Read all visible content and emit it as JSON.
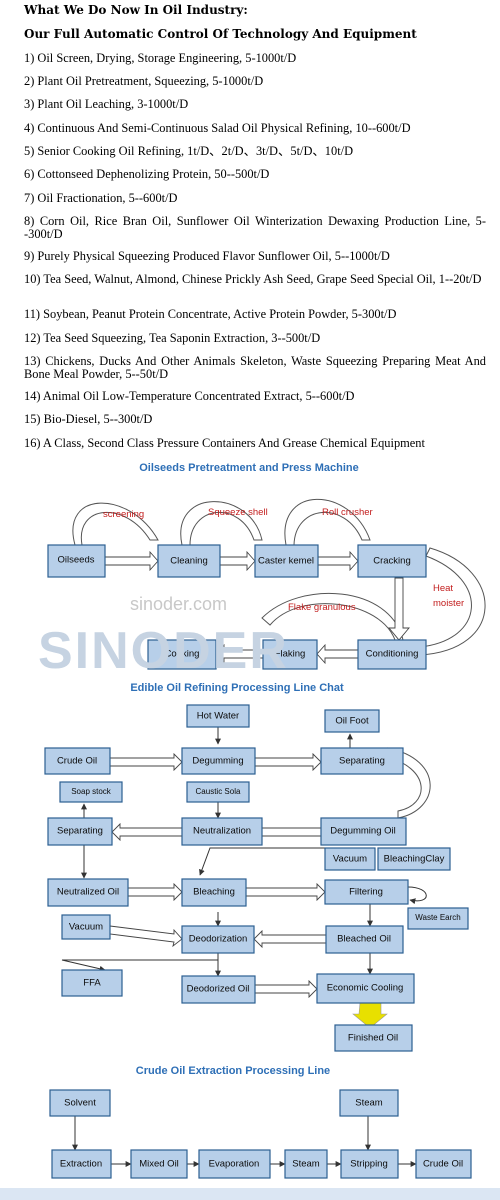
{
  "intro": {
    "title": "What We Do Now In Oil Industry:",
    "subtitle": "Our Full Automatic Control Of Technology And Equipment",
    "items": [
      "1) Oil Screen, Drying, Storage Engineering, 5-1000t/D",
      "2) Plant Oil Pretreatment, Squeezing, 5-1000t/D",
      "3) Plant Oil Leaching, 3-1000t/D",
      "4) Continuous And Semi-Continuous Salad Oil Physical Refining, 10--600t/D",
      "5) Senior Cooking Oil Refining, 1t/D、2t/D、3t/D、5t/D、10t/D",
      "6) Cottonseed Dephenolizing Protein, 50--500t/D",
      "7) Oil Fractionation, 5--600t/D",
      "8) Corn Oil, Rice Bran Oil, Sunflower Oil Winterization Dewaxing Production Line, 5--300t/D",
      "9) Purely Physical Squeezing Produced Flavor Sunflower Oil, 5--1000t/D",
      "10) Tea Seed, Walnut, Almond, Chinese Prickly Ash Seed, Grape Seed Special Oil, 1--20t/D",
      "11) Soybean, Peanut Protein Concentrate, Active Protein Powder, 5-300t/D",
      "12) Tea Seed Squeezing, Tea Saponin Extraction, 3--500t/D",
      "13) Chickens, Ducks And Other Animals Skeleton, Waste Squeezing Preparing Meat And Bone Meal Powder, 5--50t/D",
      "14) Animal Oil Low-Temperature Concentrated Extract, 5--600t/D",
      "15) Bio-Diesel, 5--300t/D",
      "16) A Class, Second Class Pressure Containers And Grease Chemical Equipment"
    ]
  },
  "pretreatment": {
    "title": "Oilseeds Pretreatment and Press Machine",
    "nodes": {
      "oilseeds": "Oilseeds",
      "cleaning": "Cleaning",
      "caster": "Caster kemel",
      "cracking": "Cracking",
      "conditioning": "Conditioning",
      "flaking": "Flaking",
      "cooking": "Cooking"
    },
    "labels": {
      "screening": "screening",
      "squeeze": "Squeeze shell",
      "roll": "Roll crusher",
      "heat": "Heat",
      "moister": "moister",
      "flake": "Flake granulous"
    }
  },
  "refining": {
    "title": "Edible Oil Refining Processing Line Chat",
    "nodes": {
      "hot_water": "Hot Water",
      "oil_foot": "Oil Foot",
      "crude_oil": "Crude Oil",
      "degumming": "Degumming",
      "separating1": "Separating",
      "soap_stock": "Soap stock",
      "caustic": "Caustic Sola",
      "separating2": "Separating",
      "neutralization": "Neutralization",
      "degumming_oil": "Degumming Oil",
      "vacuum1": "Vacuum",
      "bleaching_clay": "BleachingClay",
      "neutralized_oil": "Neutralized Oil",
      "bleaching": "Bleaching",
      "filtering": "Filtering",
      "waste_earch": "Waste Earch",
      "vacuum2": "Vacuum",
      "deodorization": "Deodorization",
      "bleached_oil": "Bleached Oil",
      "ffa": "FFA",
      "deodorized_oil": "Deodorized Oil",
      "economic_cooling": "Economic Cooling",
      "finished_oil": "Finished Oil"
    }
  },
  "extraction": {
    "title": "Crude Oil Extraction Processing Line",
    "nodes": {
      "solvent": "Solvent",
      "steam_top": "Steam",
      "extraction": "Extraction",
      "mixed_oil": "Mixed Oil",
      "evaporation": "Evaporation",
      "steam": "Steam",
      "stripping": "Stripping",
      "crude_oil": "Crude Oil"
    }
  },
  "watermark": {
    "site": "sinoder.com",
    "brand": "SINODER"
  },
  "colors": {
    "box_fill": "#b7cfe9",
    "box_stroke": "#2c5f91",
    "title_blue": "#2e6fb6",
    "label_red": "#c21d1d",
    "arrow_yellow": "#e8e000"
  }
}
